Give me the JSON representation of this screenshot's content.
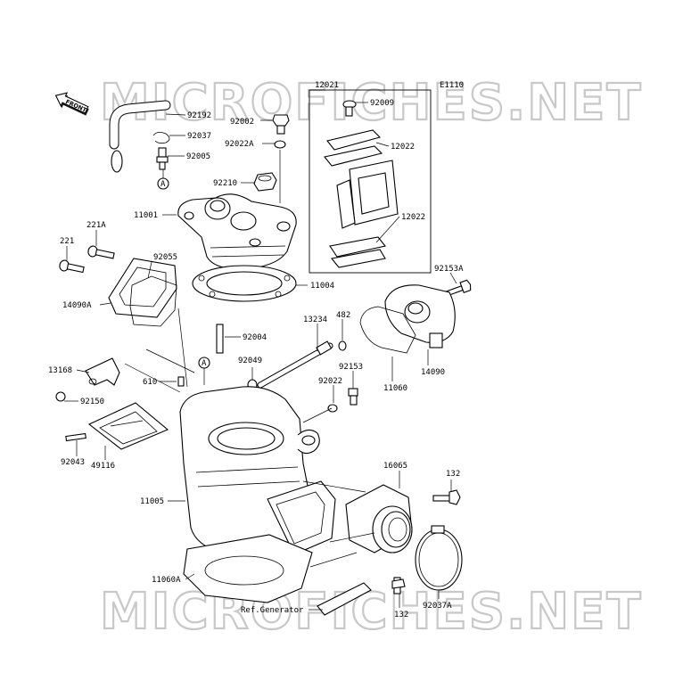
{
  "diagram_id": "E1110",
  "front_label": "FRONT",
  "watermark": "MICROFICHES.NET",
  "ref_label": "Ref.Generator",
  "parts": {
    "p12021": "12021",
    "p92009": "92009",
    "p92192": "92192",
    "p92002": "92002",
    "p92037": "92037",
    "p92022A": "92022A",
    "p12022a": "12022",
    "p92005": "92005",
    "callout_a1": "A",
    "p92210": "92210",
    "p11001": "11001",
    "p12022b": "12022",
    "p221A": "221A",
    "p221": "221",
    "p92055": "92055",
    "p11004": "11004",
    "p92153A": "92153A",
    "p14090A": "14090A",
    "p13234": "13234",
    "p482": "482",
    "p92004": "92004",
    "callout_a2": "A",
    "p92049": "92049",
    "p92153": "92153",
    "p13168": "13168",
    "p14090": "14090",
    "p610": "610",
    "p92022": "92022",
    "p11060": "11060",
    "p92150": "92150",
    "p92043": "92043",
    "p49116": "49116",
    "p16065": "16065",
    "p132a": "132",
    "p11005": "11005",
    "p11060A": "11060A",
    "p92037A": "92037A",
    "p132b": "132"
  }
}
